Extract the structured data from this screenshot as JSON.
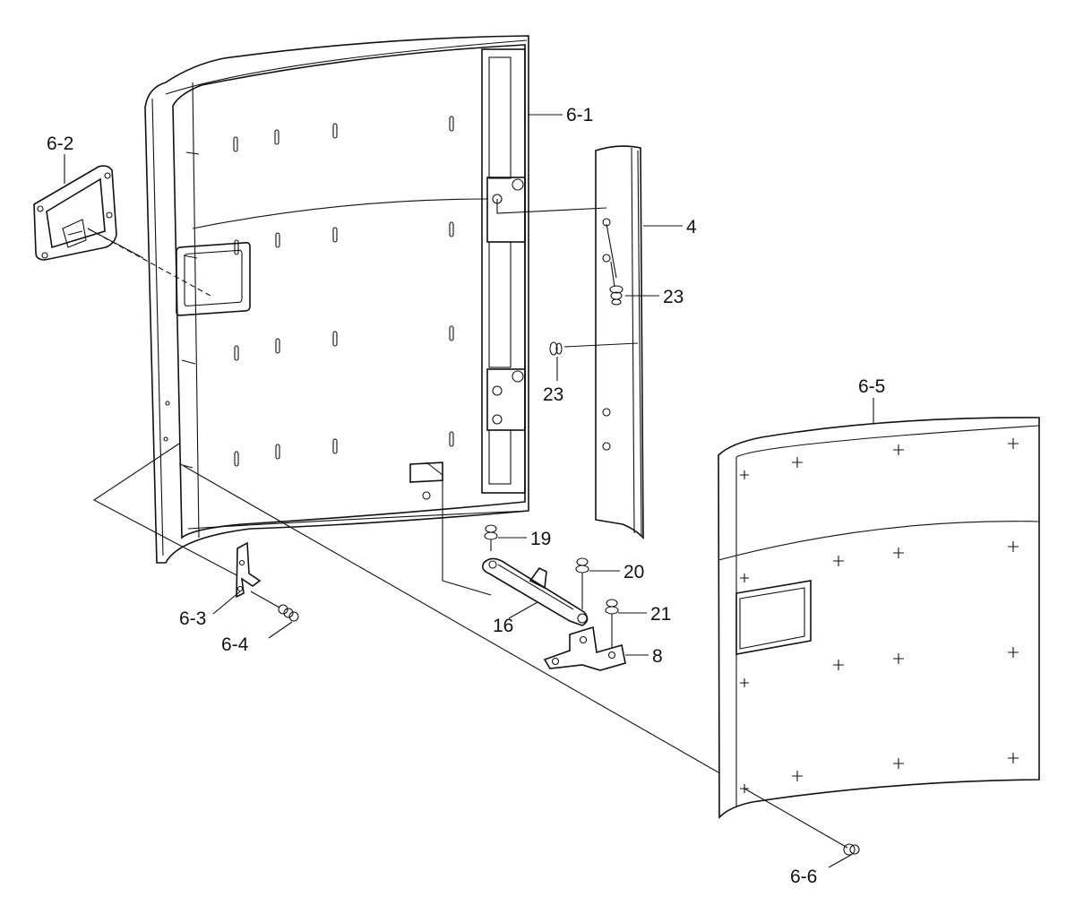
{
  "diagram": {
    "callouts": {
      "door_outer": "6-1",
      "handle_housing": "6-2",
      "latch_bracket": "6-3",
      "latch_bolt": "6-4",
      "door_panel": "6-5",
      "panel_pin": "6-6",
      "hinge_strip": "4",
      "screw_upper": "23",
      "screw_lower": "23",
      "bolt_19": "19",
      "bolt_20": "20",
      "bolt_21": "21",
      "stay_arm": "16",
      "base_bracket": "8"
    }
  }
}
